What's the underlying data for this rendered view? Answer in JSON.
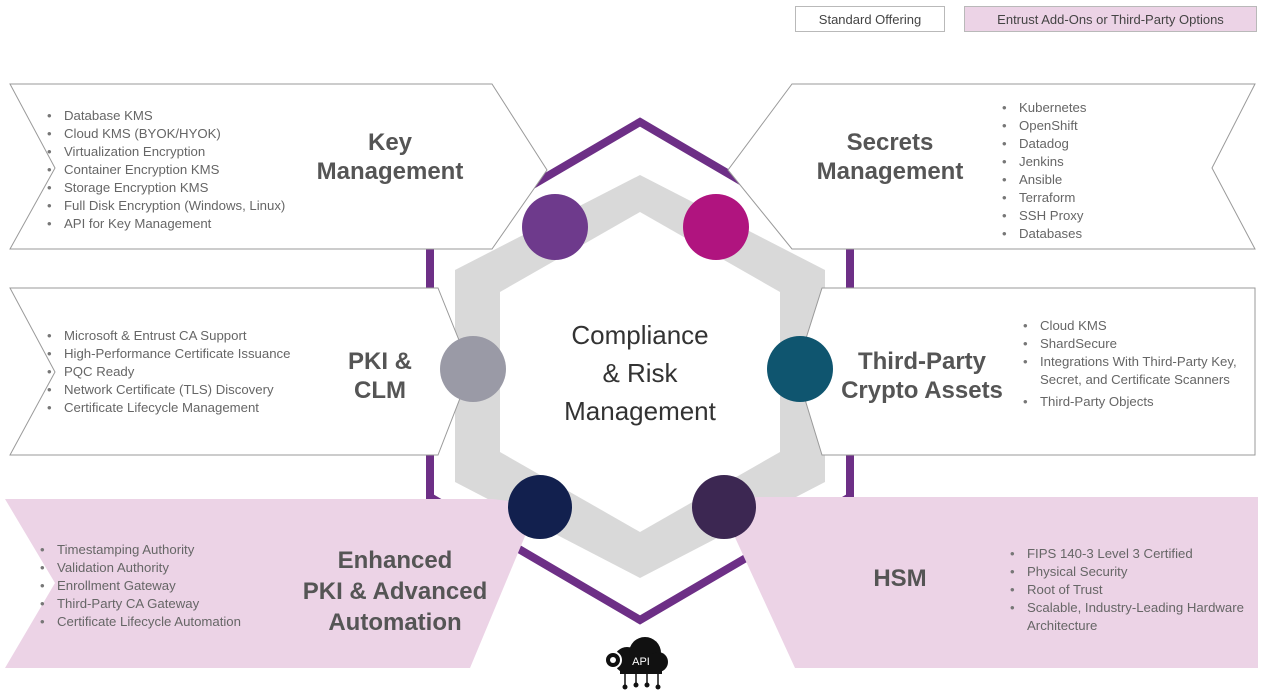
{
  "legend": {
    "standard": "Standard Offering",
    "addons": "Entrust Add-Ons or Third-Party Options"
  },
  "center": {
    "lines": [
      "Compliance",
      "& Risk",
      "Management"
    ]
  },
  "panels": {
    "key_management": {
      "title": [
        "Key",
        "Management"
      ],
      "items": [
        "Database KMS",
        "Cloud KMS (BYOK/HYOK)",
        "Virtualization Encryption",
        "Container Encryption KMS",
        "Storage Encryption KMS",
        "Full Disk Encryption (Windows, Linux)",
        "API for Key Management"
      ]
    },
    "secrets_management": {
      "title": [
        "Secrets",
        "Management"
      ],
      "items": [
        "Kubernetes",
        "OpenShift",
        "Datadog",
        "Jenkins",
        "Ansible",
        "Terraform",
        "SSH Proxy",
        "Databases"
      ]
    },
    "pki_clm": {
      "title": [
        "PKI &",
        "CLM"
      ],
      "items": [
        "Microsoft & Entrust CA Support",
        "High-Performance Certificate Issuance",
        "PQC Ready",
        "Network Certificate (TLS) Discovery",
        "Certificate Lifecycle Management"
      ]
    },
    "third_party": {
      "title": [
        "Third-Party",
        "Crypto Assets"
      ],
      "items": [
        "Cloud KMS",
        "ShardSecure",
        "Integrations With Third-Party Key, Secret, and Certificate Scanners",
        "Third-Party Objects"
      ]
    },
    "enhanced_pki": {
      "title": [
        "Enhanced",
        "PKI & Advanced",
        "Automation"
      ],
      "items": [
        "Timestamping Authority",
        "Validation Authority",
        "Enrollment Gateway",
        "Third-Party CA Gateway",
        "Certificate Lifecycle Automation"
      ]
    },
    "hsm": {
      "title": [
        "HSM"
      ],
      "items": [
        "FIPS 140-3 Level 3 Certified",
        "Physical Security",
        "Root of Trust",
        "Scalable, Industry-Leading Hardware Architecture"
      ]
    }
  },
  "api_icon": {
    "label": "API",
    "icon": "cloud-api-icon"
  },
  "colors": {
    "purple_line": "#6d2f86",
    "addon_fill": "#ecd3e6",
    "hex_gray": "#d9d9d9",
    "circle_key": "#6e3a8c",
    "circle_secrets": "#b0147f",
    "circle_pki": "#9a9aa6",
    "circle_third_party": "#0f556f",
    "circle_enhanced": "#12204e",
    "circle_hsm": "#3c2752"
  }
}
